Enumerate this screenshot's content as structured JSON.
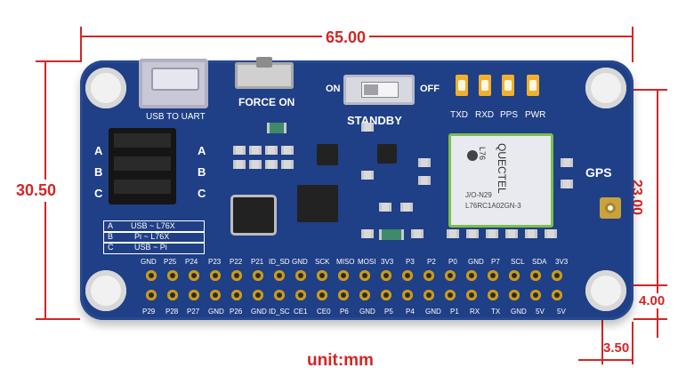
{
  "dimensions": {
    "width_label": "65.00",
    "height_label": "30.50",
    "inner_height_label": "23.00",
    "edge_label": "4.00",
    "hole_offset_label": "3.50",
    "unit_label": "unit:mm"
  },
  "labels": {
    "usb_to_uart": "USB TO UART",
    "force_on": "FORCE ON",
    "on": "ON",
    "off": "OFF",
    "standby": "STANDBY",
    "txd": "TXD",
    "rxd": "RXD",
    "pps": "PPS",
    "pwr": "PWR",
    "gps": "GPS",
    "jumper_a_left": "A",
    "jumper_b_left": "B",
    "jumper_c_left": "C",
    "jumper_a_right": "A",
    "jumper_b_right": "B",
    "jumper_c_right": "C"
  },
  "module": {
    "brand": "QUECTEL",
    "model": "L76",
    "line1": "J/O-N29",
    "line2": "L76RC1A02GN-3"
  },
  "mode_table": [
    {
      "key": "A",
      "value": "USB ~ L76X"
    },
    {
      "key": "B",
      "value": "Pi ~ L76X"
    },
    {
      "key": "C",
      "value": "USB ~ Pi"
    }
  ],
  "top_pins": [
    "GND",
    "P25",
    "P24",
    "P23",
    "P22",
    "P21",
    "ID_SD",
    "GND",
    "SCK",
    "MISO",
    "MOSI",
    "3V3",
    "P3",
    "P2",
    "P0",
    "GND",
    "P7",
    "SCL",
    "SDA",
    "3V3"
  ],
  "bottom_pins": [
    "P29",
    "P28",
    "P27",
    "GND",
    "P26",
    "GND",
    "ID_SC",
    "CE1",
    "CE0",
    "P6",
    "GND",
    "P5",
    "P4",
    "GND",
    "P1",
    "RX",
    "TX",
    "GND",
    "5V",
    "5V"
  ],
  "colors": {
    "board": "#1f3f86",
    "dimension": "#d32626",
    "pin": "#f0c23b"
  }
}
